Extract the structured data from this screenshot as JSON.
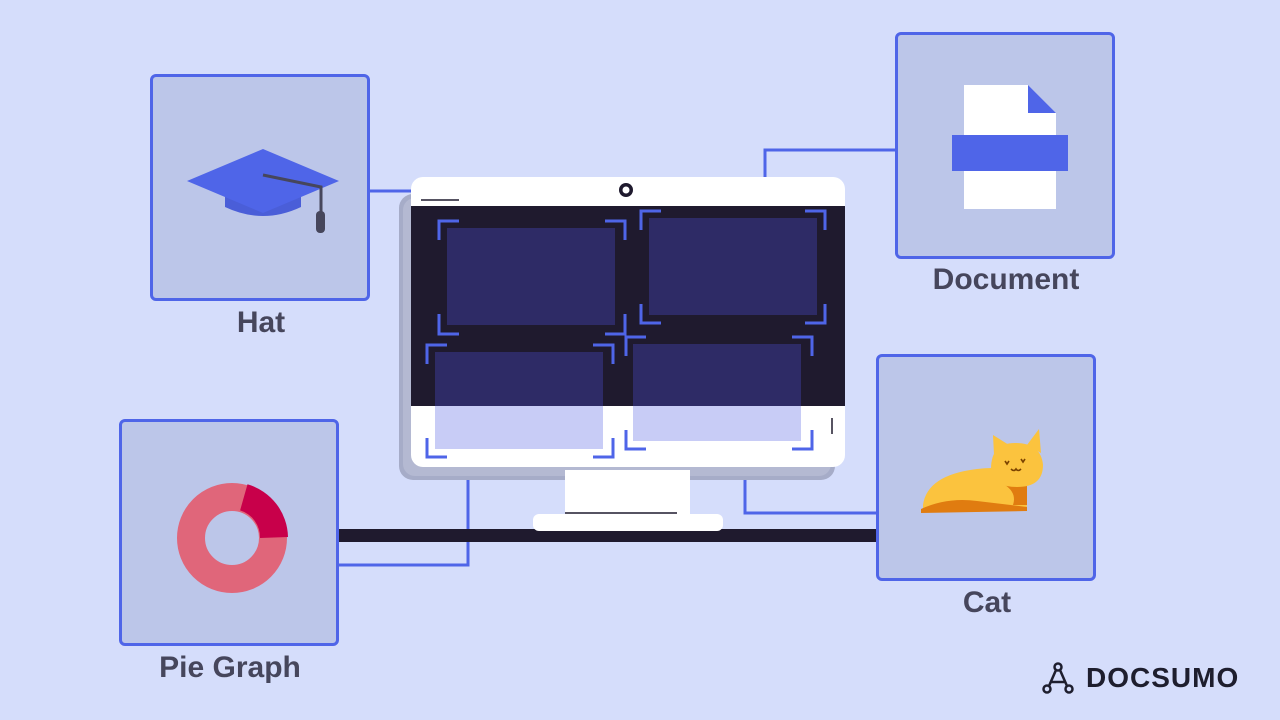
{
  "labels": {
    "hat": "Hat",
    "document": "Document",
    "pie_graph": "Pie Graph",
    "cat": "Cat"
  },
  "brand": {
    "name": "DOCSUMO",
    "icon": "docsumo-logo-icon"
  },
  "colors": {
    "background": "#d5ddfb",
    "card": "#bcc6e9",
    "accent": "#4f65e8",
    "screen": "#1f1a2e",
    "screen_region": "#2e2b66",
    "label_text": "#46465c",
    "cat": "#fbc33e",
    "pie_main": "#e0667a",
    "pie_slice": "#c8004a"
  },
  "icons": [
    "graduation-cap-icon",
    "document-icon",
    "donut-chart-icon",
    "cat-icon",
    "webcam-icon"
  ]
}
